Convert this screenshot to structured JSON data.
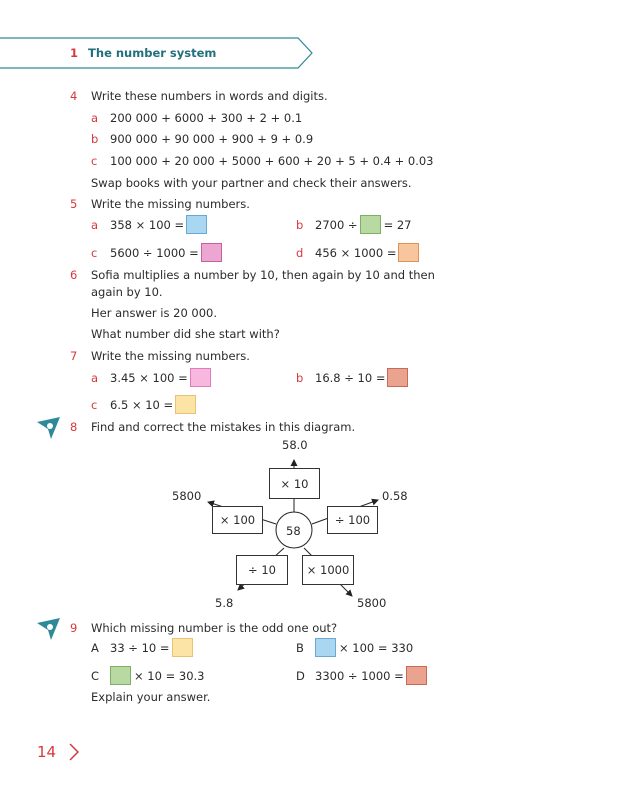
{
  "header": {
    "chapter_number": "1",
    "chapter_title": "The number system"
  },
  "q4": {
    "number": "4",
    "prompt": "Write these numbers in words and digits.",
    "parts": [
      {
        "letter": "a",
        "text": "200 000 + 6000 + 300 + 2 + 0.1"
      },
      {
        "letter": "b",
        "text": "900 000 + 90 000 + 900 + 9 + 0.9"
      },
      {
        "letter": "c",
        "text": "100 000 + 20 000 + 5000 + 600 + 20 + 5 + 0.4 + 0.03"
      }
    ],
    "note": "Swap books with your partner and check their answers."
  },
  "q5": {
    "number": "5",
    "prompt": "Write the missing numbers.",
    "a": {
      "letter": "a",
      "before": "358 × 100 =",
      "after": ""
    },
    "b": {
      "letter": "b",
      "before": "2700 ÷",
      "after": "= 27"
    },
    "c": {
      "letter": "c",
      "before": "5600 ÷ 1000 =",
      "after": ""
    },
    "d": {
      "letter": "d",
      "before": "456 × 1000 =",
      "after": ""
    }
  },
  "q6": {
    "number": "6",
    "line1": "Sofia multiplies a number by 10, then again by 10 and then",
    "line2": "again by 10.",
    "line3": "Her answer is 20 000.",
    "line4": "What number did she start with?"
  },
  "q7": {
    "number": "7",
    "prompt": "Write the missing numbers.",
    "a": {
      "letter": "a",
      "before": "3.45 × 100 ="
    },
    "b": {
      "letter": "b",
      "before": "16.8 ÷ 10 ="
    },
    "c": {
      "letter": "c",
      "before": "6.5 × 10 ="
    }
  },
  "q8": {
    "number": "8",
    "prompt": "Find and correct the mistakes in this diagram.",
    "diagram": {
      "center": "58",
      "ops": {
        "top": "× 10",
        "left": "× 100",
        "right": "÷ 100",
        "bottom_left": "÷ 10",
        "bottom_right": "× 1000"
      },
      "results": {
        "top": "58.0",
        "left": "5800",
        "right": "0.58",
        "bottom_left": "5.8",
        "bottom_right": "5800"
      }
    }
  },
  "q9": {
    "number": "9",
    "prompt": "Which missing number is the odd one out?",
    "A": {
      "letter": "A",
      "before": "33 ÷ 10 =",
      "after": ""
    },
    "B": {
      "letter": "B",
      "before": "",
      "after": "× 100 = 330"
    },
    "C": {
      "letter": "C",
      "before": "",
      "after": "× 10 = 30.3"
    },
    "D": {
      "letter": "D",
      "before": "3300 ÷ 1000 =",
      "after": ""
    },
    "note": "Explain your answer."
  },
  "footer": {
    "page_number": "14"
  },
  "colors": {
    "accent_red": "#d8383c",
    "accent_teal": "#21707d"
  }
}
